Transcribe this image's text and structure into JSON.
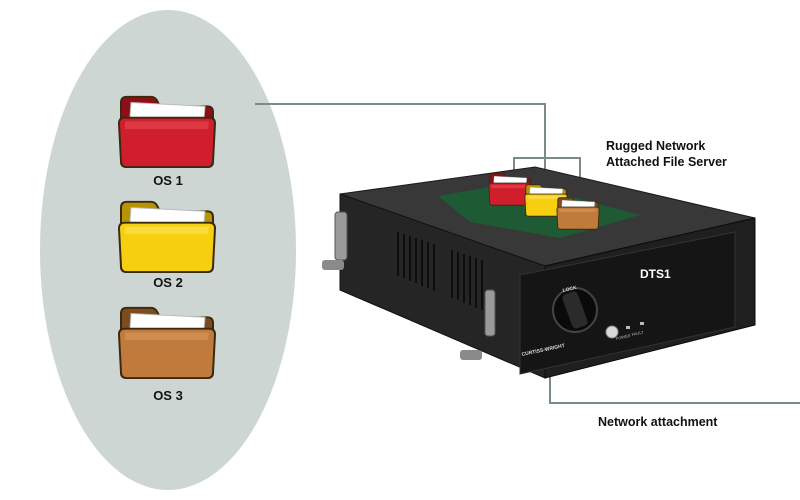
{
  "folders": [
    {
      "label": "OS 1",
      "color": "#d01e2c",
      "color_light": "#e94a56",
      "color_dark": "#8e0f18"
    },
    {
      "label": "OS 2",
      "color": "#f5cf10",
      "color_light": "#fbe25a",
      "color_dark": "#b79400"
    },
    {
      "label": "OS 3",
      "color": "#c07a3c",
      "color_light": "#d7975c",
      "color_dark": "#7e4b1f"
    }
  ],
  "callouts": {
    "server_line1": "Rugged Network",
    "server_line2": "Attached File Server",
    "network": "Network attachment"
  },
  "device": {
    "model": "DTS1",
    "brand": "CURTISS-WRIGHT",
    "knob_text": "LOCK",
    "led_labels": [
      "POWER",
      "FAULT"
    ]
  },
  "colors": {
    "ellipse_fill": "#cdd6d3",
    "line": "#7a8a86",
    "chassis": "#2a2a2a",
    "board": "#1e5a34"
  }
}
